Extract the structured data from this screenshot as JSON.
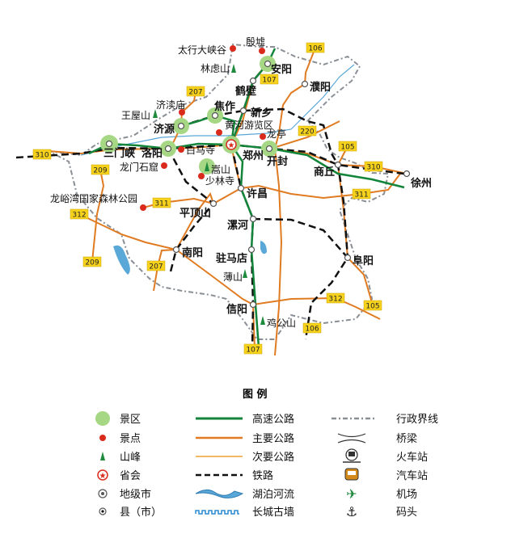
{
  "colors": {
    "scenic_area": "#a6d785",
    "spot": "#d92a1c",
    "peak": "#1e8a3c",
    "expressway": "#13853a",
    "main_road": "#e07b22",
    "minor_road": "#f0a030",
    "railway": "#111111",
    "lake": "#5aa8d8",
    "border": "#8a8f96",
    "route_badge": "#f7d21c"
  },
  "places": {
    "sanmenxia": "三门峡",
    "luoyang": "洛阳",
    "baimasi": "白马寺",
    "longmen": "龙门石窟",
    "songshan": "嵩山",
    "shaolin": "少林寺",
    "zhengzhou": "郑州",
    "huanghe": "黄河游览区",
    "longting": "龙亭",
    "kaifeng": "开封",
    "xinxiang": "新乡",
    "jiaozuo": "焦作",
    "jiyuan": "济源",
    "jidumiao": "济渎庙",
    "wangwushan": "王屋山",
    "hebi": "鹤壁",
    "linlushan": "林虑山",
    "taihang": "太行大峡谷",
    "yinxu": "殷墟",
    "anyang": "安阳",
    "puyang": "濮阳",
    "shangqiu": "商丘",
    "xuzhou": "徐州",
    "xuchang": "许昌",
    "pingdingshan": "平顶山",
    "luohe": "漯河",
    "nanyang": "南阳",
    "zhumadian": "驻马店",
    "boshan": "薄山",
    "xinyang": "信阳",
    "jigongshan": "鸡公山",
    "fuyang": "阜阳",
    "longyuwan": "龙峪湾国家森林公园"
  },
  "routes": {
    "r106a": "106",
    "r107a": "107",
    "r207a": "207",
    "r220": "220",
    "r105a": "105",
    "r310a": "310",
    "r209a": "209",
    "r310b": "310",
    "r311a": "311",
    "r311b": "311",
    "r312a": "312",
    "r209b": "209",
    "r207b": "207",
    "r312b": "312",
    "r105b": "105",
    "r106b": "106",
    "r107b": "107"
  },
  "legend": {
    "title": "图  例",
    "items": [
      {
        "icon": "scenic-area",
        "label": "景区"
      },
      {
        "icon": "scenic-spot",
        "label": "景点"
      },
      {
        "icon": "mountain-peak",
        "label": "山峰"
      },
      {
        "icon": "provincial-capital",
        "label": "省会"
      },
      {
        "icon": "prefecture-city",
        "label": "地级市"
      },
      {
        "icon": "county-city",
        "label": "县（市）"
      },
      {
        "icon": "expressway",
        "label": "高速公路"
      },
      {
        "icon": "main-road",
        "label": "主要公路"
      },
      {
        "icon": "minor-road",
        "label": "次要公路"
      },
      {
        "icon": "railway",
        "label": "铁路"
      },
      {
        "icon": "lake-river",
        "label": "湖泊河流"
      },
      {
        "icon": "great-wall",
        "label": "长城古墙"
      },
      {
        "icon": "admin-boundary",
        "label": "行政界线"
      },
      {
        "icon": "bridge",
        "label": "桥梁"
      },
      {
        "icon": "train-station",
        "label": "火车站"
      },
      {
        "icon": "bus-station",
        "label": "汽车站"
      },
      {
        "icon": "airport",
        "label": "机场"
      },
      {
        "icon": "port",
        "label": "码头"
      }
    ]
  }
}
